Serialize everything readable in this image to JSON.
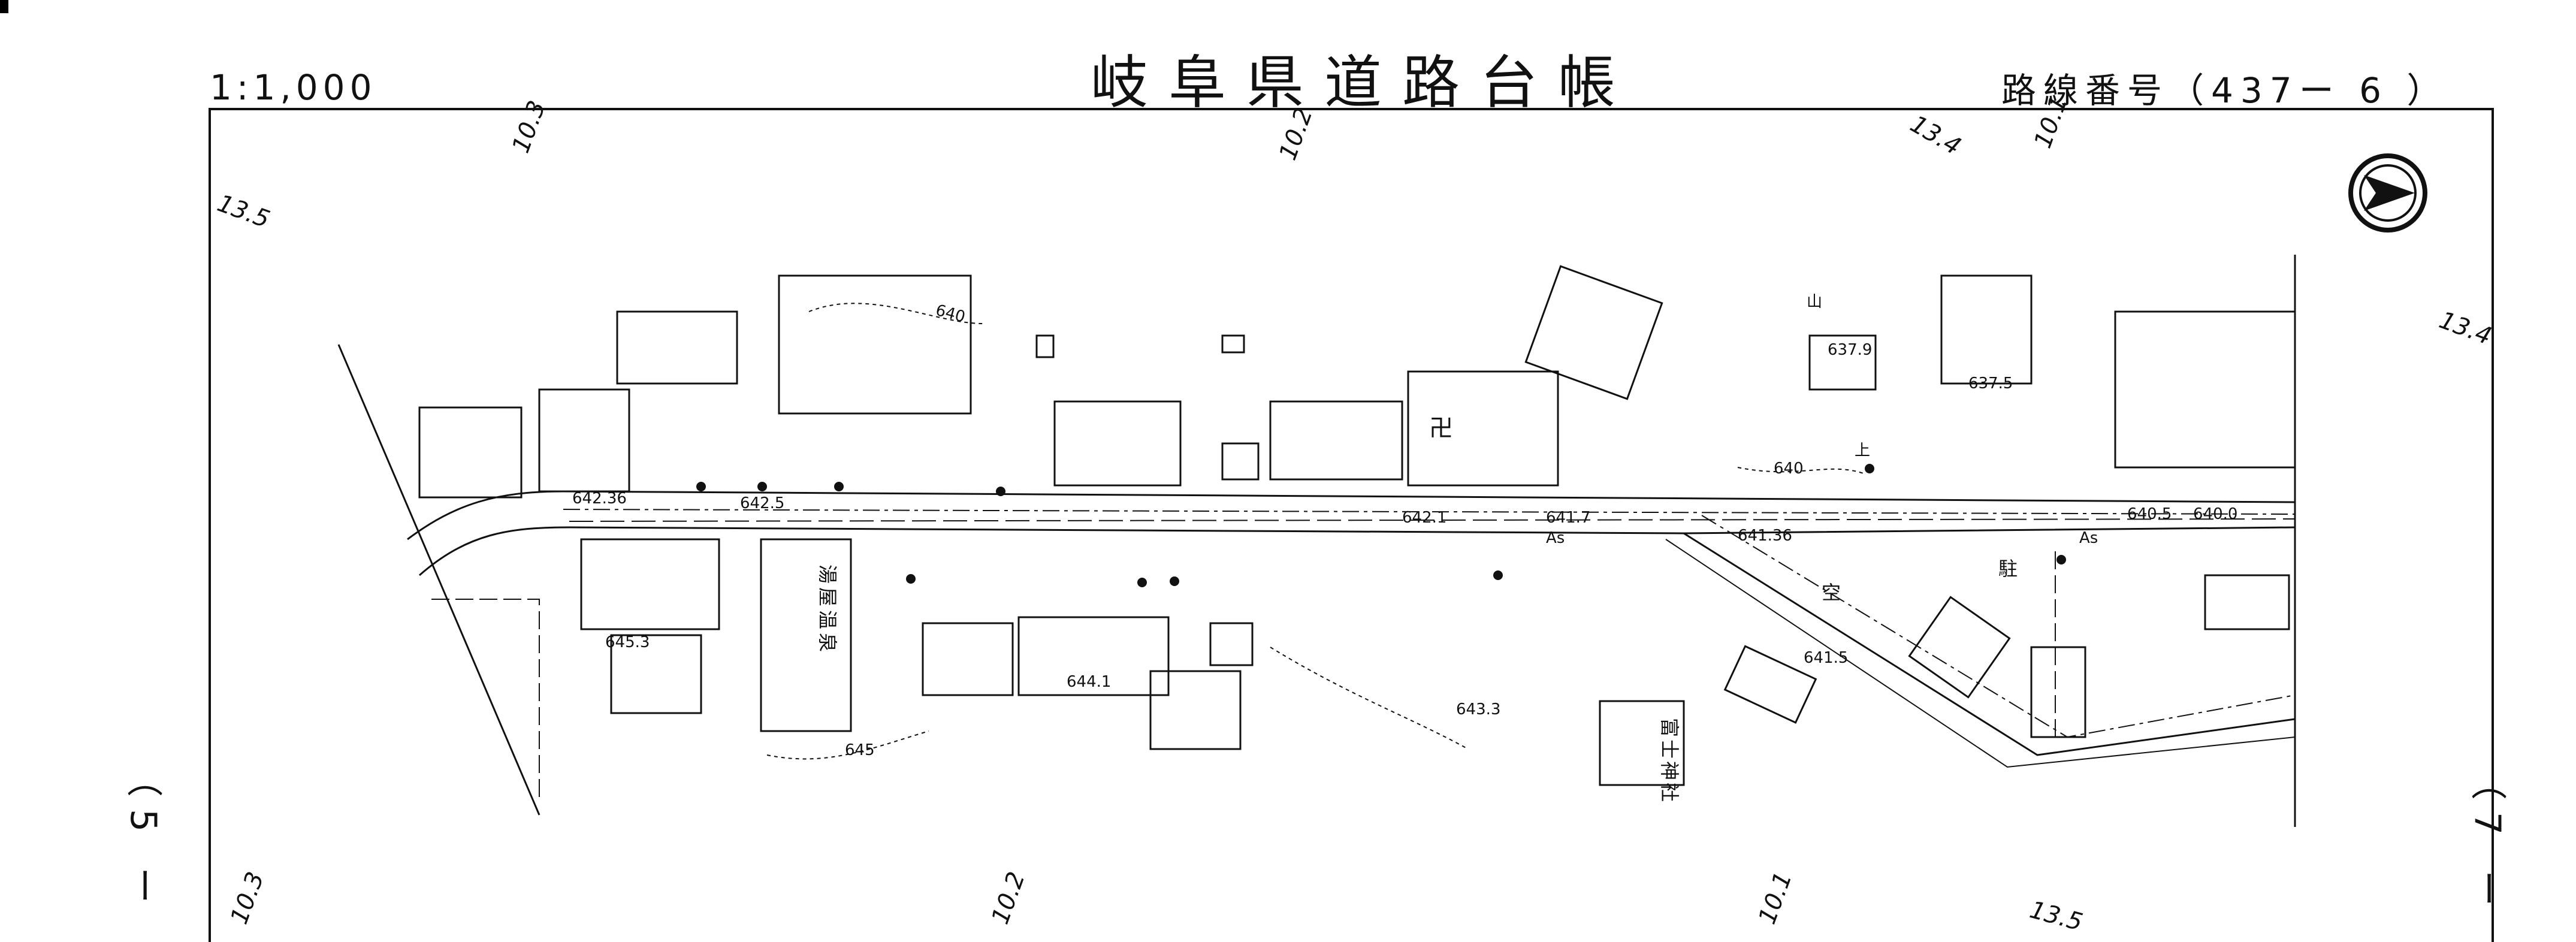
{
  "header": {
    "scale": "1:1,000",
    "title": "岐阜県道路台帳",
    "route_number": "路線番号（437ー 6 ）"
  },
  "side_labels": {
    "left": "（5 ー",
    "right": "（7 ー"
  },
  "compass": {
    "icon": "north-arrow-icon"
  },
  "km_markers": {
    "top_10_3": "10.3",
    "top_10_2": "10.2",
    "top_13_4": "13.4",
    "top_10_1": "10.1",
    "left_13_5": "13.5",
    "right_13_4": "13.4",
    "bottom_10_3": "10.3",
    "bottom_10_2": "10.2",
    "bottom_10_1": "10.1",
    "bottom_13_5": "13.5"
  },
  "elevations": {
    "e642_36": "642.36",
    "e642_5": "642.5",
    "e642_1": "642.1",
    "e641_7": "641.7",
    "e641_36": "641.36",
    "e640_5": "640.5",
    "e640_0": "640.0",
    "e637_9": "637.9",
    "e637_5": "637.5",
    "e645_3": "645.3",
    "e644_1": "644.1",
    "e643_3": "643.3",
    "e641_5": "641.5",
    "c640a": "640",
    "c640b": "640",
    "c645": "645"
  },
  "place_labels": {
    "yuya_onsen": "湯屋温泉",
    "fuji_jinja": "富士神社",
    "temple_symbol": "卍",
    "vacant": "空",
    "parking": "駐",
    "as1": "As",
    "as2": "As",
    "yama": "山",
    "kanji_mark": "上"
  }
}
